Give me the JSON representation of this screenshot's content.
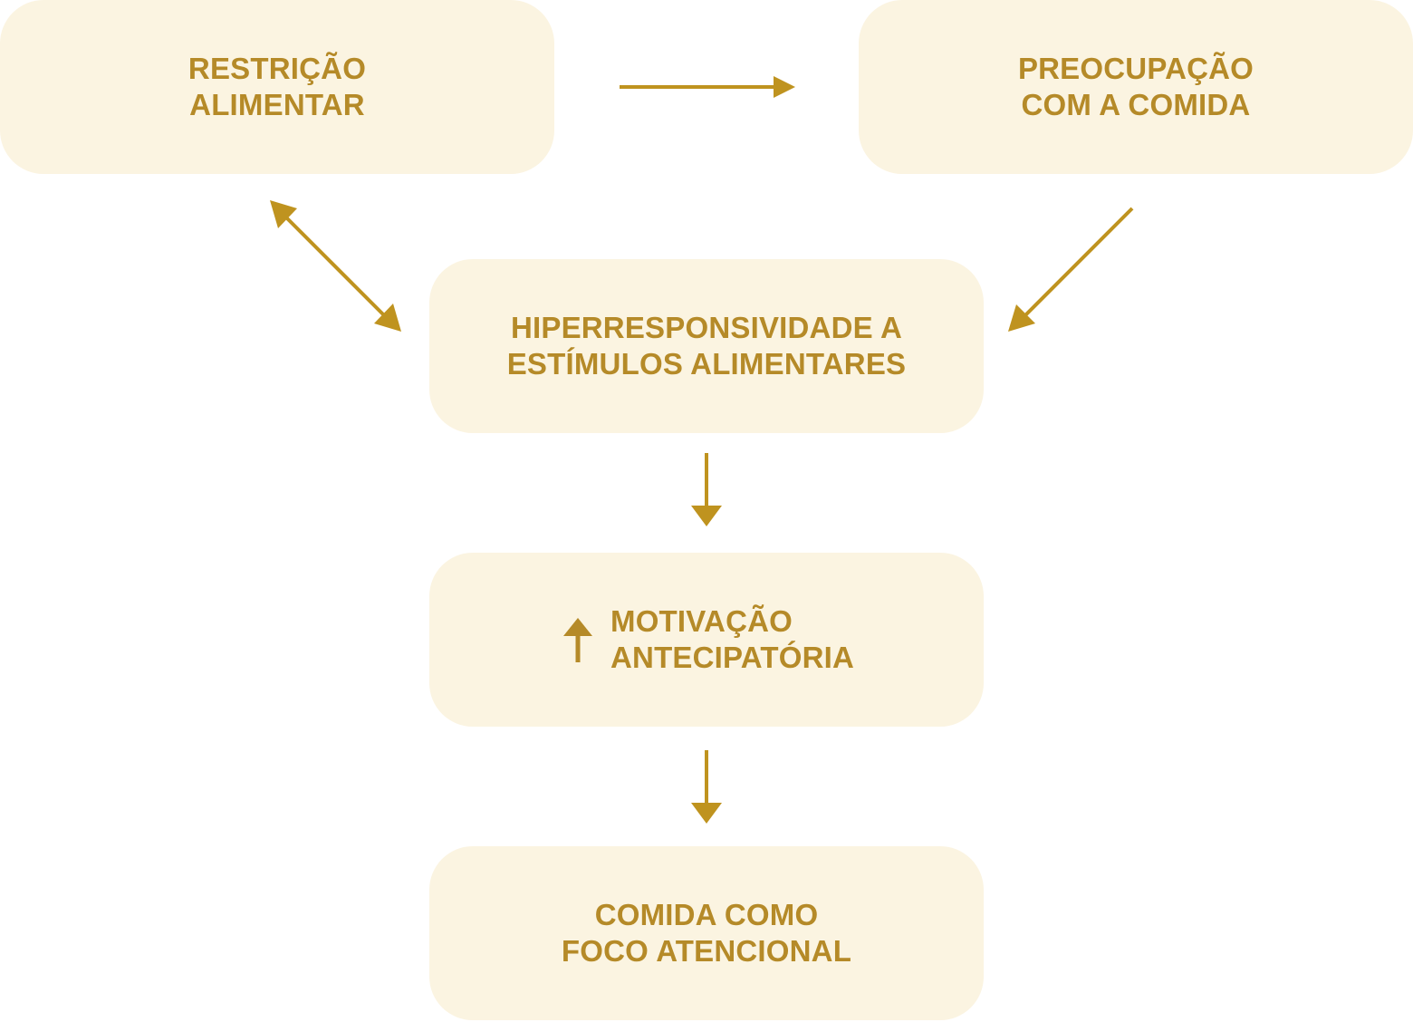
{
  "colors": {
    "box_fill": "#fbf4e1",
    "text": "#b58a28",
    "arrow": "#bf931f"
  },
  "nodes": {
    "restricao": {
      "line1": "RESTRIÇÃO",
      "line2": "ALIMENTAR"
    },
    "preocupacao": {
      "line1": "PREOCUPAÇÃO",
      "line2": "COM A COMIDA"
    },
    "hiperresponsividade": {
      "line1": "HIPERRESPONSIVIDADE A",
      "line2": "ESTÍMULOS ALIMENTARES"
    },
    "motivacao": {
      "icon": "up-arrow-icon",
      "line1": "MOTIVAÇÃO",
      "line2": "ANTECIPATÓRIA"
    },
    "comida": {
      "line1": "COMIDA COMO",
      "line2": "FOCO ATENCIONAL"
    }
  },
  "edges": [
    {
      "from": "restricao",
      "to": "preocupacao",
      "direction": "forward"
    },
    {
      "from": "restricao",
      "to": "hiperresponsividade",
      "direction": "both"
    },
    {
      "from": "preocupacao",
      "to": "hiperresponsividade",
      "direction": "forward"
    },
    {
      "from": "hiperresponsividade",
      "to": "motivacao",
      "direction": "forward"
    },
    {
      "from": "motivacao",
      "to": "comida",
      "direction": "forward"
    }
  ]
}
